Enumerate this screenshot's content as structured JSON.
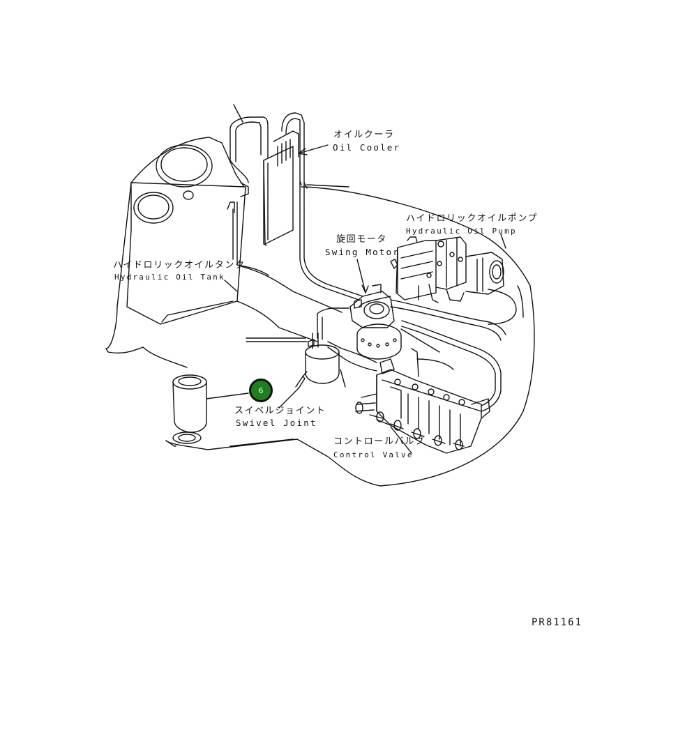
{
  "labels": {
    "oil_cooler_jp": "オイルクーラ",
    "oil_cooler_en": "Oil Cooler",
    "pump_jp": "ハイドロリックオイルポンプ",
    "pump_en": "Hydraulic Oil Pump",
    "swing_motor_jp": "旋回モータ",
    "swing_motor_en": "Swing Motor",
    "tank_jp": "ハイドロリックオイルタンク",
    "tank_en": "Hydraulic Oil Tank",
    "swivel_jp": "スイベルジョイント",
    "swivel_en": "Swivel Joint",
    "control_valve_jp": "コントロールバルブ",
    "control_valve_en": "Control Valve"
  },
  "callout": {
    "number": "6",
    "color": "#1e7f1e"
  },
  "reference_code": "PR81161"
}
